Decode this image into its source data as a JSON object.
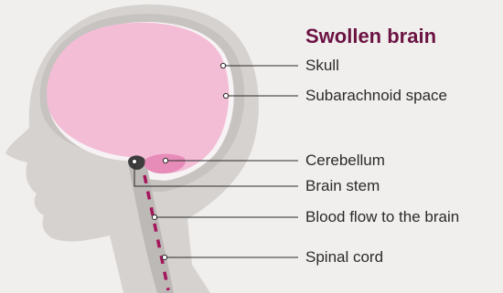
{
  "title": "Swollen brain",
  "labels": {
    "skull": "Skull",
    "subarachnoid": "Subarachnoid space",
    "cerebellum": "Cerebellum",
    "brain_stem": "Brain stem",
    "blood_flow": "Blood flow to the brain",
    "spinal_cord": "Spinal cord"
  },
  "colors": {
    "title": "#6b1242",
    "head": "#d6d2cf",
    "skull": "#c7c3c0",
    "subarachnoid": "#f7f3f5",
    "brain": "#f3bdd6",
    "cerebellum": "#e78bb8",
    "stem": "#3d3d3d",
    "blood_dashes": "#a4165b",
    "background": "#f0efed"
  }
}
